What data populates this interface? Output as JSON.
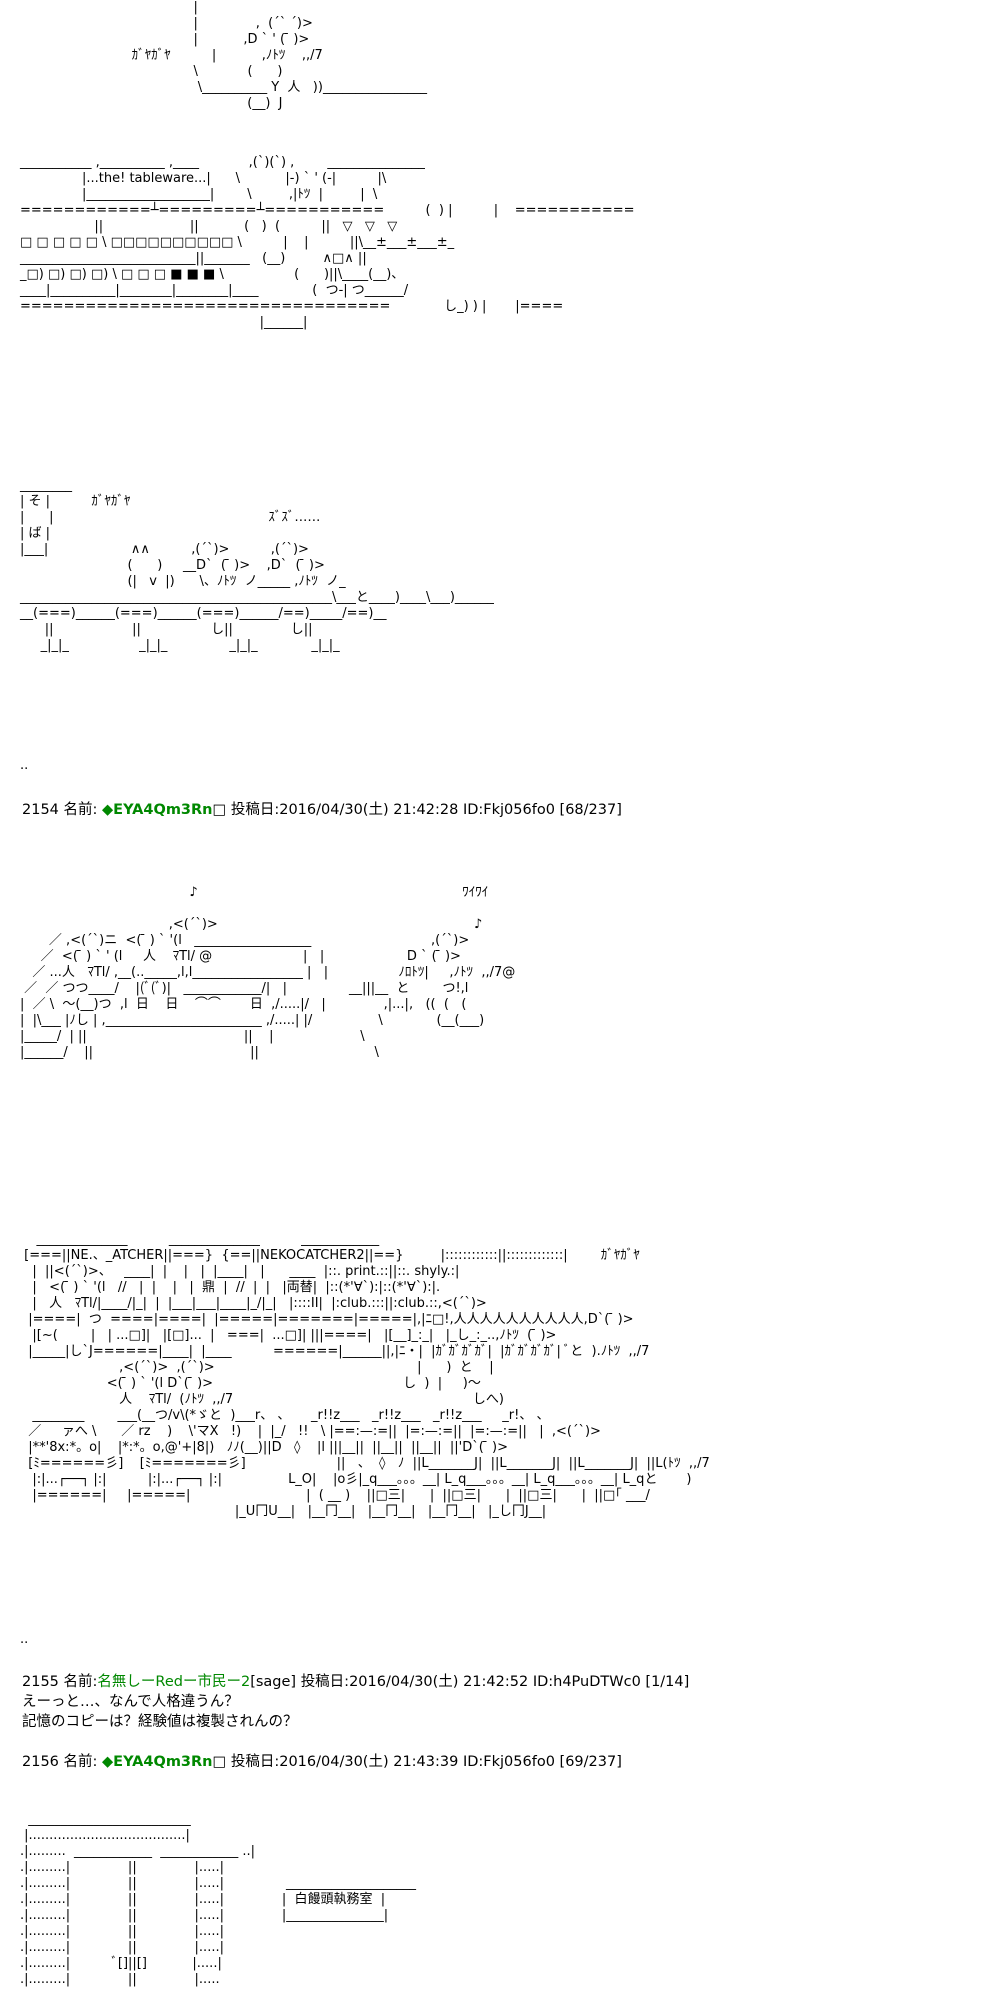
{
  "art_blocks": {
    "a1": "                                          |\n                                          |              ,  (´` ´)>\n                                          |           ,D ` ' ( ̄ )>\n                           ｶﾞﾔｶﾞﾔ          |           ,ﾉﾄﾂ    ,,/7\n                                          \\            (      )\n                                           \\__________ Y  人   ))________________\n                                                       (__)  J",
    "a2": "___________ ,__________ ,____            ,(`)(`) ,        _______________\n               |...the! tableware...|      \\           |-) ` ' (-|          |\\\n               |___________________|        \\         ,|ﾄﾂ  |         |  \\\n============┴=========┴===========          (  ) |          |    ===========\n                  ||                     ||           (   )  (          ||   ▽   ▽   ▽\n□ □ □ □ □ \\ □□□□□□□□□□ \\          |    |          ||\\__±___±___±_\n___________________________||_______   (__)         ∧□∧ ||\n_□) □) □) □) \\ □ □ □ ■ ■ ■ \\                 (      )||\\____(__)、\n____|__________|________|________|____             (  つ-| つ______/\n==================================             し_) ) |       |====\n                                                          |______|",
    "a3": "________\n| そ |          ｶﾞﾔｶﾞﾔ\n|      |                                                    ｽﾞｽﾞ……\n| ば |\n|___|                    ∧∧          ,(´`)>          ,(´`)>\n                          (      )     __D`  ( ̄ )>    ,D`  ( ̄ )>\n                          (|   v  |)      \\、ﾉﾄﾂ  ノ_____ ,ﾉﾄﾂ  ノ_\n________________________________________________\\___と____)____\\___)______\n__(===)______(===)______(===)______/==)_____/==)__\n      ||                   ||                 し||              し||\n     _|_|_                 _|_|_               _|_|_             _|_|_",
    "a4": "..",
    "a5": "                                         ♪                                                                ﾜｲﾜｲ\n\n                                    ,<(´`)>                                                              ♪\n       ／ ,<(´`)ニ  <( ̄ ) ` '(l   __________________                             ,(´`)>\n     ／  <( ̄ ) ` ' (l     人    ﾏTl/ @                      |   |                    D ` ( ̄ )>\n   ／ ...人   ﾏTl/ ,__(.._____,l,l_________________ |   |                 ﾉﾛﾄﾂ|     ,ﾉﾄﾂ  ,,/7@\n ／  ／ つつ____/    |(ﾞ(ﾞ)|   ____________/|   |               __|||__  と        つ!,l\n|  ／ \\  ～(__)つ  ,l  日    日    ⌒⌒       日  ,/.....|/   |              ,|...|,   ((  (   (\n|  |\\___ |ﾉし | ,________________________ ,/.....| |/                \\             (__(___)\n|_____/  | ||                                      ||    |                     \\\n|______/    ||                                      ||                            \\",
    "a6": "    ______________          ______________          ____________\n [===||NE.、_ATCHER||===}  {==||NEKOCATCHER2||==}         |::::::::::::||:::::::::::::|        ｶﾞﾔｶﾞﾔ\n   |  ||<(´`)>、   ____|  |    |   |  |____|   |      ____  |::. print.::||::. shyly.:|\n   |   <( ̄ ) ` '(l   //   |  |    |   |  鼎  |  //  |  |   |両替|  |::(*'∀`):|::(*'∀`):|.\n   |   人   ﾏTl/|____/|_|  |  |___|___|____|_/|_|   |::::II|  |:club.:::||:club.::,<(´`)>\n  |====|  つ  ====|====|  |=====|=======|=====|,|ﾆ□!,人人人人人人人人人人,D`( ̄ )>\n   |[~(        |   | ...□]|   |[□]...  |   ===|  ...□]| |||====|   |[__]_:_|   |_し_:_..,ﾉﾄﾂ  ( ̄ )>\n  |_____|し`J======|____|  |____          ======|______||,|ﾆ・|  |ｶﾞｶﾞｶﾞｶﾞ|  |ｶﾞｶﾞｶﾞｶﾞ| ﾞと  ).ﾉﾄﾂ  ,,/7\n                        ,<(´`)>  ,(´`)>                                                 |      )  と    |\n                     <( ̄ ) ` '(l D`( ̄ )>                                              し  )  |     )～\n                        人    ﾏTl/  (ﾉﾄﾂ  ,,/7                                                          しへ)\n   ________        ___(__つ/v\\(*ゞと  )___r、 、     _r!!z___   _r!!z___   _r!!z___     _r!、 、\n  ／     ァへ \\      ／ rz    )    \\'マX   !)    |  |_/   !!   \\ |==:—:=||  |=:—:=||  |=:—:=||   |  ,<(´`)>\n  |**'8x:*。o|    |*:*。o,@'+|8|)   ﾉﾉ(__)||D   ◊    |l |||__||  ||__||  ||__||  ||'D`( ̄ )>\n  [ﾐ======彡]    [ﾐ=======彡]                      ||   、  ◊   ﾉ  ||L_______J|  ||L_______J|  ||L_______J|  ||L(ﾄﾂ  ,,/7\n   |:|...┌──┐ |:|          |:|...┌──┐ |:|                L_O|    |o彡|_q___。。。__| L_q___。。。__| L_q___。。。__| L_qと       )\n   |======|     |=====|                            |  ( __ )    ||□三|      |  ||□三|      |  ||□三|      |  ||□｢ ___/\n                                                    |_U冂U__|   |__冂__|   |__冂__|   |__冂__|   |_し冂J__|",
    "a7": "..",
    "a8": "  _________________________\n |......................................|\n.|.........  ____________  ____________ ..|\n.|.........|              ||              |.....|\n.|.........|              ||              |.....|               ____________________\n.|.........|              ||              |.....|              |  白饅頭執務室  |\n.|.........|              ||              |.....|              |_______________|\n.|.........|              ||              |.....|\n.|.........|              ||              |.....|\n.|.........|          ﾞ[]||[]           |.....|\n.|.........|              ||              |....."
  },
  "posts": [
    {
      "number": "2154",
      "name_label": "名前:",
      "name": "◆EYA4Qm3Rn",
      "mark": "□",
      "date_label": "投稿日:",
      "date": "2016/04/30(土) 21:42:28",
      "id": "ID:Fkj056fo0",
      "count": "[68/237]"
    },
    {
      "number": "2155",
      "name_label": "名前:",
      "name": "名無しーRedー市民ー2",
      "mail": "[sage]",
      "date_label": "投稿日:",
      "date": "2016/04/30(土) 21:42:52",
      "id": "ID:h4PuDTWc0",
      "count": "[1/14]",
      "body": "えーっと…、なんで人格違うん？\n記憶のコピーは？経験値は複製されんの？"
    },
    {
      "number": "2156",
      "name_label": "名前:",
      "name": "◆EYA4Qm3Rn",
      "mark": "□",
      "date_label": "投稿日:",
      "date": "2016/04/30(土) 21:43:39",
      "id": "ID:Fkj056fo0",
      "count": "[69/237]"
    }
  ]
}
